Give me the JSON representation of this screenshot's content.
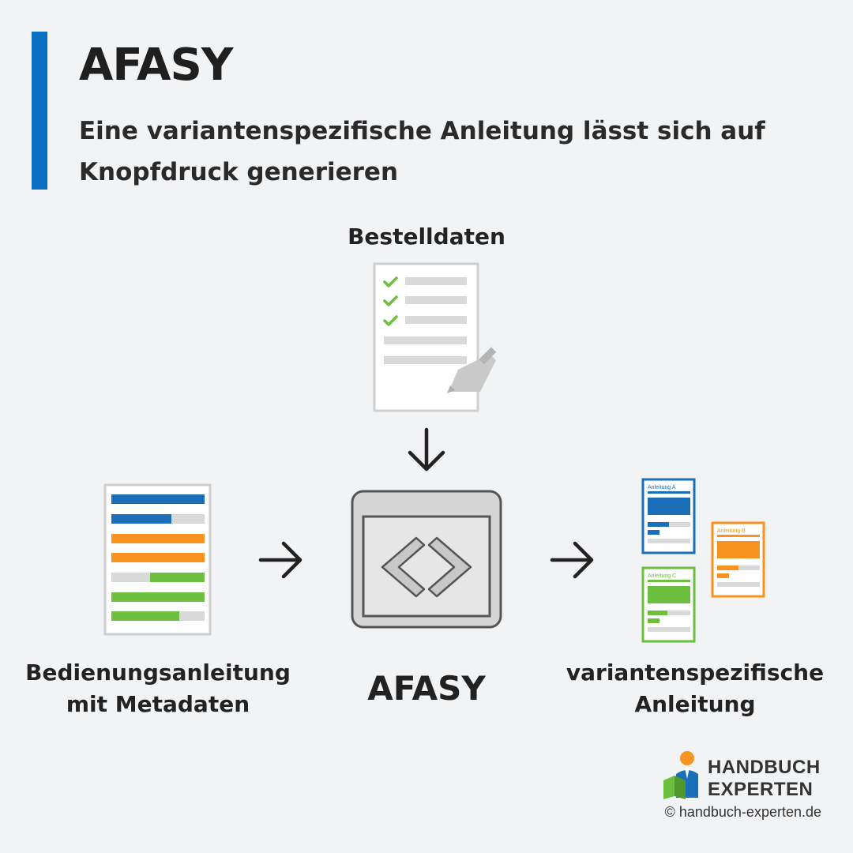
{
  "header": {
    "title": "AFASY",
    "subtitle": "Eine variantenspezifische Anleitung lässt sich auf Knopfdruck generieren"
  },
  "diagram": {
    "order_label": "Bestelldaten",
    "manual_label_line1": "Bedienungsanleitung",
    "manual_label_line2": "mit Metadaten",
    "center_label": "AFASY",
    "result_label_line1": "variantenspezifische",
    "result_label_line2": "Anleitung",
    "docs": [
      {
        "label": "Anleitung A",
        "color": "#1a6fb8"
      },
      {
        "label": "Anleitung B",
        "color": "#f7931e"
      },
      {
        "label": "Anleitung C",
        "color": "#6cbf3f"
      }
    ]
  },
  "colors": {
    "blue": "#1a6fb8",
    "orange": "#f7931e",
    "green": "#6cbf3f",
    "accent": "#0a6fc2"
  },
  "footer": {
    "logo_line1": "HANDBUCH",
    "logo_line2": "EXPERTEN",
    "copyright": "© handbuch-experten.de"
  }
}
